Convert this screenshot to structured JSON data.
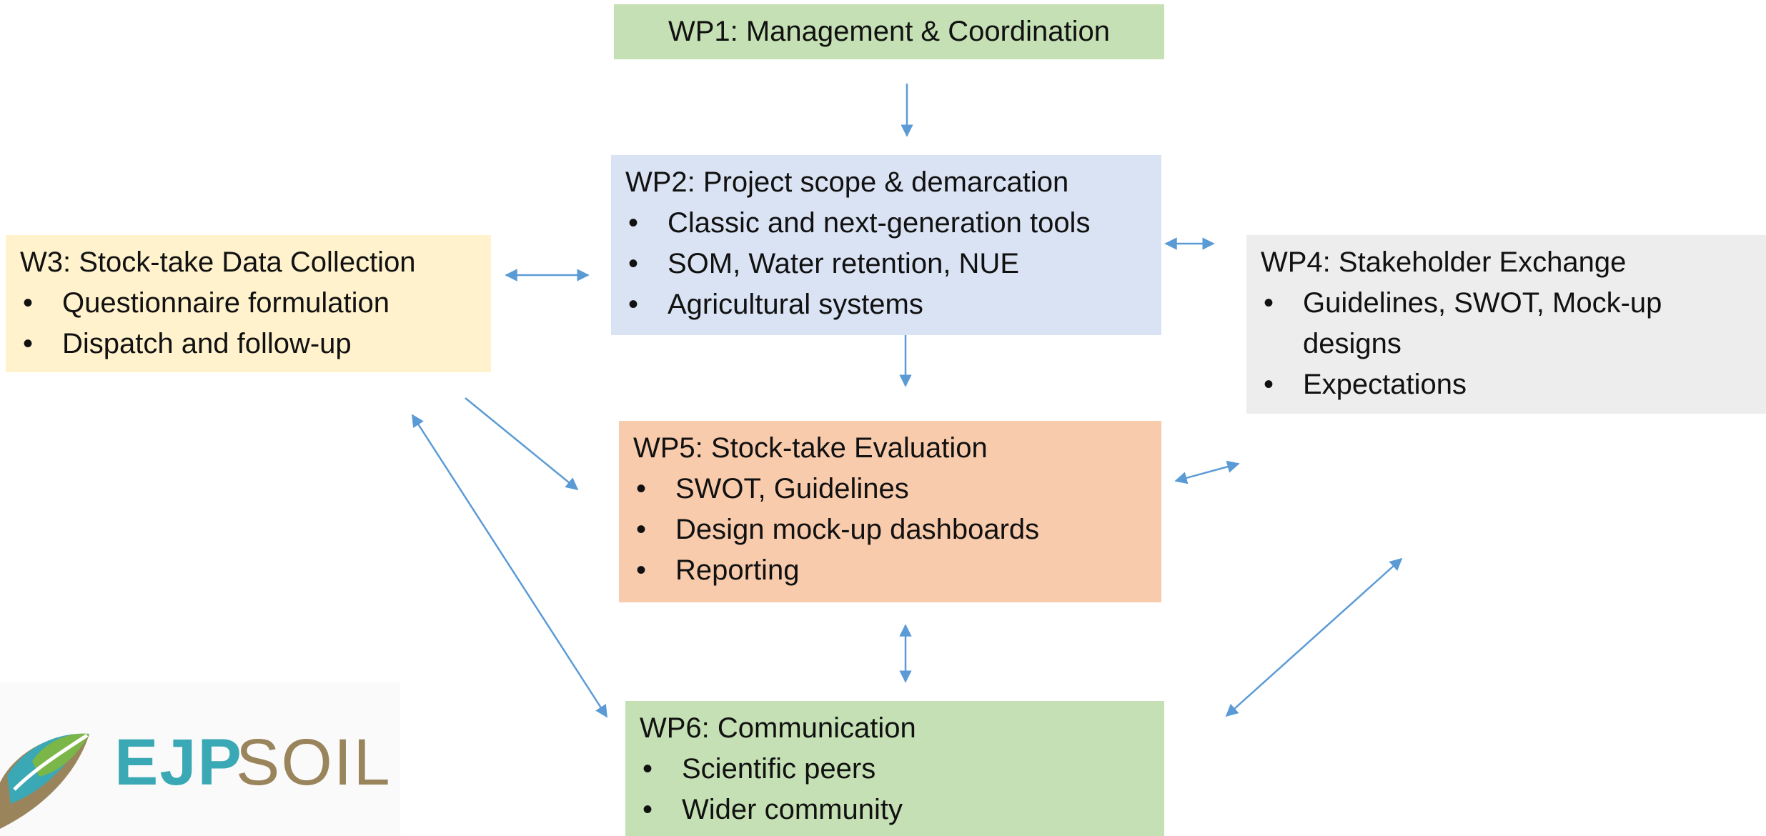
{
  "wp1": {
    "title": "WP1: Management & Coordination"
  },
  "wp2": {
    "title": "WP2: Project scope & demarcation",
    "items": [
      "Classic and next-generation tools",
      "SOM, Water retention, NUE",
      "Agricultural systems"
    ]
  },
  "wp3": {
    "title": "W3: Stock-take Data Collection",
    "items": [
      "Questionnaire formulation",
      "Dispatch and follow-up"
    ]
  },
  "wp4": {
    "title": "WP4: Stakeholder Exchange",
    "items": [
      "Guidelines, SWOT, Mock-up designs",
      "Expectations"
    ]
  },
  "wp5": {
    "title": "WP5: Stock-take Evaluation",
    "items": [
      "SWOT, Guidelines",
      "Design mock-up dashboards",
      "Reporting"
    ]
  },
  "wp6": {
    "title": "WP6: Communication",
    "items": [
      "Scientific peers",
      "Wider community"
    ]
  },
  "logo": {
    "text_bold": "EJP",
    "text_light": "SOIL"
  },
  "colors": {
    "wp1": "#c5e0b4",
    "wp2": "#dae3f3",
    "wp3": "#fff2cc",
    "wp4": "#ededed",
    "wp5": "#f8cbad",
    "wp6": "#c5e0b4",
    "arrow": "#5b9bd5"
  }
}
